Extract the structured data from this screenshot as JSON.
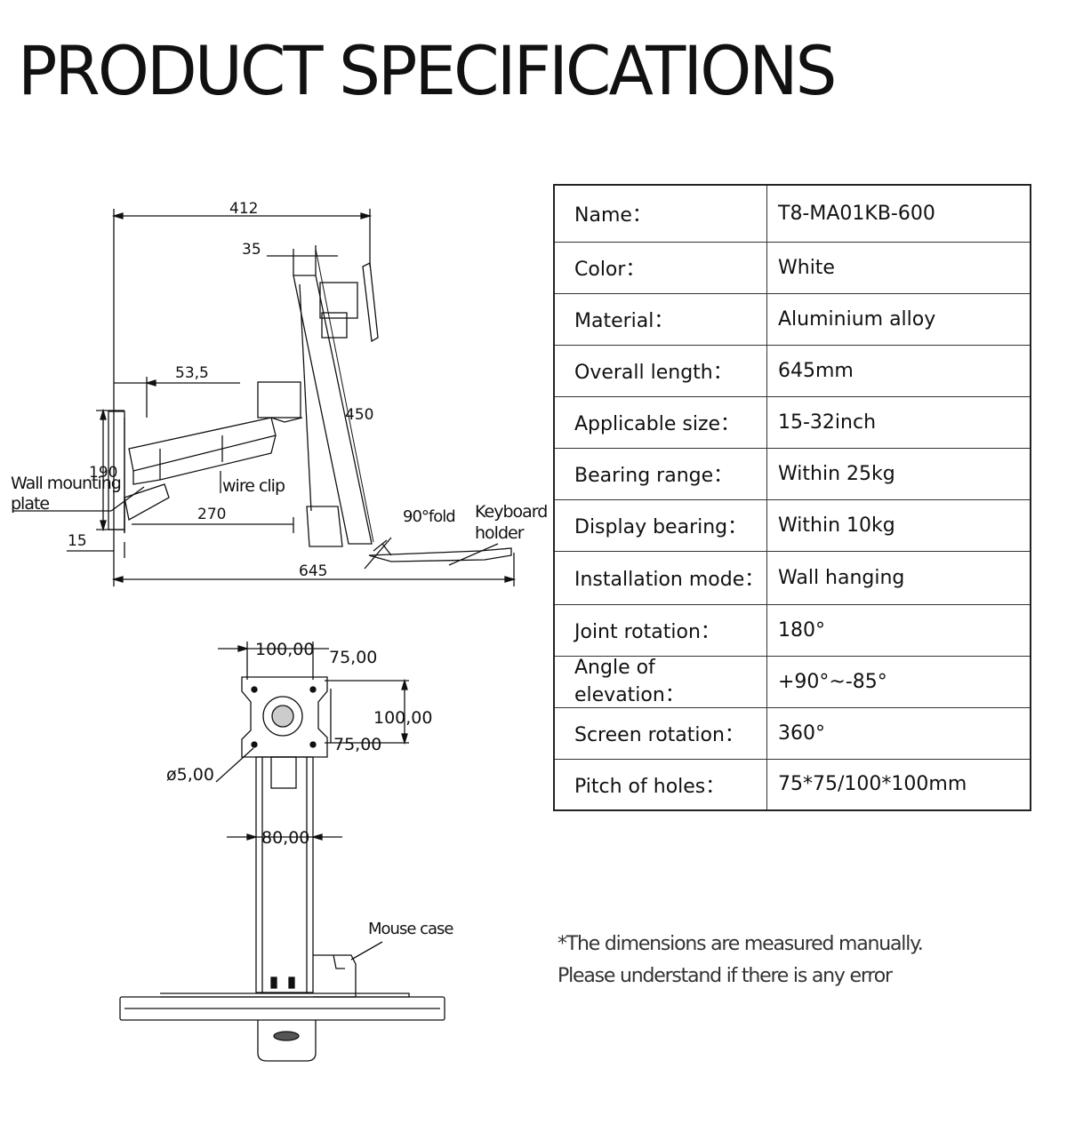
{
  "page": {
    "title": "PRODUCT SPECIFICATIONS"
  },
  "specs": [
    {
      "label": "Name：",
      "value": "T8-MA01KB-600"
    },
    {
      "label": "Color：",
      "value": "White"
    },
    {
      "label": "Material：",
      "value": "Aluminium alloy"
    },
    {
      "label": "Overall length：",
      "value": "645mm"
    },
    {
      "label": "Applicable size：",
      "value": "15-32inch"
    },
    {
      "label": "Bearing range：",
      "value": "Within 25kg"
    },
    {
      "label": "Display bearing：",
      "value": "Within 10kg"
    },
    {
      "label": "Installation mode：",
      "value": "Wall hanging"
    },
    {
      "label": "Joint rotation：",
      "value": "180°"
    },
    {
      "label": "Angle of elevation：",
      "value": "+90°~-85°"
    },
    {
      "label": "Screen rotation：",
      "value": "360°"
    },
    {
      "label": "Pitch of holes：",
      "value": "75*75/100*100mm"
    }
  ],
  "side_view": {
    "dim_412": "412",
    "dim_35": "35",
    "dim_53_5": "53,5",
    "dim_450": "450",
    "dim_190": "190",
    "dim_270": "270",
    "dim_15": "15",
    "dim_645": "645",
    "label_wall_mounting": "Wall mounting",
    "label_plate": "plate",
    "label_wire_clip": "wire clip",
    "label_fold": "90°fold",
    "label_keyboard": "Keyboard",
    "label_holder": "holder"
  },
  "front_view": {
    "dim_100_top": "100,00",
    "dim_75_top": "75,00",
    "dim_100_side": "100,00",
    "dim_75_side": "75,00",
    "dim_hole": "ø5,00",
    "dim_80": "80,00",
    "label_mouse_case": "Mouse case"
  },
  "notes": {
    "line1": "*The dimensions are measured manually.",
    "line2": "Please understand if there is any error"
  }
}
